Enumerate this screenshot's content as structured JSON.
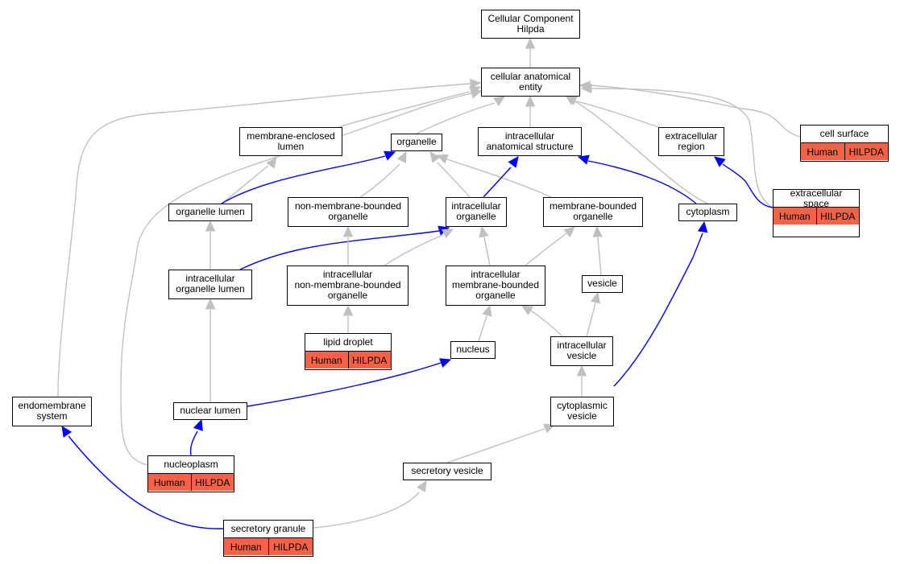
{
  "colors": {
    "edge_gray": "#c0c0c0",
    "edge_blue": "#0000ff",
    "annotation_fill": "#f76247"
  },
  "nodes": {
    "root": {
      "label": "Cellular Component\nHilpda"
    },
    "cae": {
      "label": "cellular anatomical\nentity"
    },
    "mel": {
      "label": "membrane-enclosed\nlumen"
    },
    "org": {
      "label": "organelle"
    },
    "ias": {
      "label": "intracellular\nanatomical structure"
    },
    "exr": {
      "label": "extracellular\nregion"
    },
    "cs": {
      "label": "cell surface",
      "tags": [
        "Human",
        "HILPDA"
      ]
    },
    "ol": {
      "label": "organelle lumen"
    },
    "nmbo": {
      "label": "non-membrane-bounded\norganelle"
    },
    "io": {
      "label": "intracellular\norganelle"
    },
    "mbo": {
      "label": "membrane-bounded\norganelle"
    },
    "cyto": {
      "label": "cytoplasm"
    },
    "exs": {
      "label": "extracellular\nspace",
      "tags": [
        "Human",
        "HILPDA"
      ]
    },
    "iol": {
      "label": "intracellular\norganelle lumen"
    },
    "inmbo": {
      "label": "intracellular\nnon-membrane-bounded\norganelle"
    },
    "imbo": {
      "label": "intracellular\nmembrane-bounded\norganelle"
    },
    "ves": {
      "label": "vesicle"
    },
    "ld": {
      "label": "lipid droplet",
      "tags": [
        "Human",
        "HILPDA"
      ]
    },
    "nuc": {
      "label": "nucleus"
    },
    "iv": {
      "label": "intracellular\nvesicle"
    },
    "ems": {
      "label": "endomembrane\nsystem"
    },
    "nl": {
      "label": "nuclear lumen"
    },
    "cv": {
      "label": "cytoplasmic\nvesicle"
    },
    "np": {
      "label": "nucleoplasm",
      "tags": [
        "Human",
        "HILPDA"
      ]
    },
    "sv": {
      "label": "secretory vesicle"
    },
    "sg": {
      "label": "secretory granule",
      "tags": [
        "Human",
        "HILPDA"
      ]
    }
  },
  "edges": [
    {
      "id": "cae-root",
      "color": "gray"
    },
    {
      "id": "mel-cae",
      "color": "gray"
    },
    {
      "id": "org-cae",
      "color": "gray"
    },
    {
      "id": "ias-cae",
      "color": "gray"
    },
    {
      "id": "exr-cae",
      "color": "gray"
    },
    {
      "id": "cs-cae",
      "color": "gray"
    },
    {
      "id": "ems-cae",
      "color": "gray"
    },
    {
      "id": "np-cae",
      "color": "gray"
    },
    {
      "id": "exs-cae",
      "color": "gray"
    },
    {
      "id": "cyto-cae",
      "color": "gray"
    },
    {
      "id": "ol-mel",
      "color": "gray"
    },
    {
      "id": "ol-org",
      "color": "blue"
    },
    {
      "id": "nmbo-org",
      "color": "gray"
    },
    {
      "id": "io-org",
      "color": "gray"
    },
    {
      "id": "mbo-org",
      "color": "gray"
    },
    {
      "id": "io-ias",
      "color": "blue"
    },
    {
      "id": "cyto-ias",
      "color": "blue"
    },
    {
      "id": "exs-exr",
      "color": "blue"
    },
    {
      "id": "iol-ol",
      "color": "gray"
    },
    {
      "id": "iol-io",
      "color": "blue"
    },
    {
      "id": "inmbo-nmbo",
      "color": "gray"
    },
    {
      "id": "inmbo-io",
      "color": "gray"
    },
    {
      "id": "imbo-io",
      "color": "gray"
    },
    {
      "id": "imbo-mbo",
      "color": "gray"
    },
    {
      "id": "ves-mbo",
      "color": "gray"
    },
    {
      "id": "ld-inmbo",
      "color": "gray"
    },
    {
      "id": "nuc-imbo",
      "color": "gray"
    },
    {
      "id": "iv-imbo",
      "color": "gray"
    },
    {
      "id": "iv-ves",
      "color": "gray"
    },
    {
      "id": "nl-iol",
      "color": "gray"
    },
    {
      "id": "nl-nuc",
      "color": "blue"
    },
    {
      "id": "cv-iv",
      "color": "gray"
    },
    {
      "id": "cv-cyto",
      "color": "blue"
    },
    {
      "id": "np-nl",
      "color": "blue"
    },
    {
      "id": "sv-cv",
      "color": "gray"
    },
    {
      "id": "sg-sv",
      "color": "gray"
    },
    {
      "id": "sg-ems",
      "color": "blue"
    }
  ]
}
